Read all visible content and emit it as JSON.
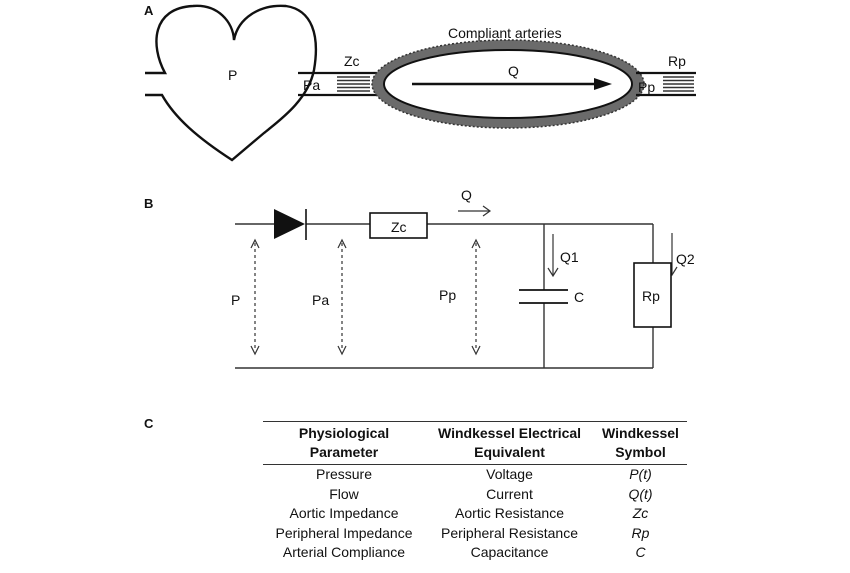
{
  "panels": {
    "a": "A",
    "b": "B",
    "c": "C"
  },
  "panel_a": {
    "heart_label": "P",
    "pa_label": "Pa",
    "zc_label": "Zc",
    "arteries_label": "Compliant arteries",
    "flow_label": "Q",
    "pp_label": "Pp",
    "rp_label": "Rp"
  },
  "panel_b": {
    "flow_label": "Q",
    "zc_label": "Zc",
    "q1_label": "Q1",
    "q2_label": "Q2",
    "c_label": "C",
    "rp_label": "Rp",
    "p_label": "P",
    "pa_label": "Pa",
    "pp_label": "Pp"
  },
  "table": {
    "headers": [
      [
        "Physiological",
        "Parameter"
      ],
      [
        "Windkessel Electrical",
        "Equivalent"
      ],
      [
        "Windkessel",
        "Symbol"
      ]
    ],
    "rows": [
      [
        "Pressure",
        "Voltage",
        "P(t)"
      ],
      [
        "Flow",
        "Current",
        "Q(t)"
      ],
      [
        "Aortic Impedance",
        "Aortic Resistance",
        "Zc"
      ],
      [
        "Peripheral Impedance",
        "Peripheral Resistance",
        "Rp"
      ],
      [
        "Arterial Compliance",
        "Capacitance",
        "C"
      ]
    ]
  }
}
